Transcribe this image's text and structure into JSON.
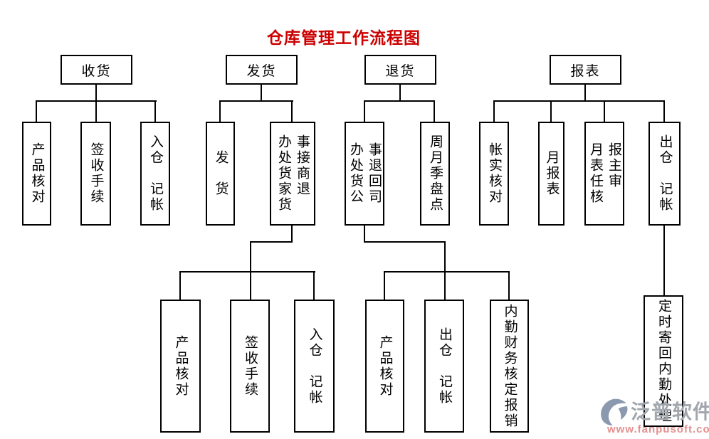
{
  "title": "仓库管理工作流程图",
  "tree": {
    "receiving": {
      "label": "收货",
      "children": [
        "产品核对",
        "签收手续",
        "入仓　记帐"
      ]
    },
    "shipping": {
      "label": "发货",
      "children": [
        "发　货",
        "办处货家货\n事接商退"
      ],
      "grandchildren": [
        "产品核对",
        "签收手续",
        "入仓　记帐"
      ]
    },
    "returns": {
      "label": "退货",
      "children": [
        "办处货公\n事退回司",
        "周月季盘点"
      ],
      "grandchildren": [
        "产品核对",
        "出仓　记帐",
        "内勤财务核定报销"
      ]
    },
    "reports": {
      "label": "报表",
      "children": [
        "帐实核对",
        "月报表",
        "月表任核\n报主审",
        "出仓　记帐"
      ],
      "grandchildren": [
        "定时寄回内勤处理"
      ]
    }
  },
  "watermark": {
    "brand": "泛普软件",
    "url": "www.fanpusoft.com",
    "logo_icon": "fanpu-swoosh-logo-icon"
  },
  "colors": {
    "title_red": "#cc0000",
    "line_black": "#000000",
    "watermark_gray": "#a2a7ae",
    "watermark_link_red": "#e4908f",
    "logo_blue_gray": "#8b99af"
  }
}
